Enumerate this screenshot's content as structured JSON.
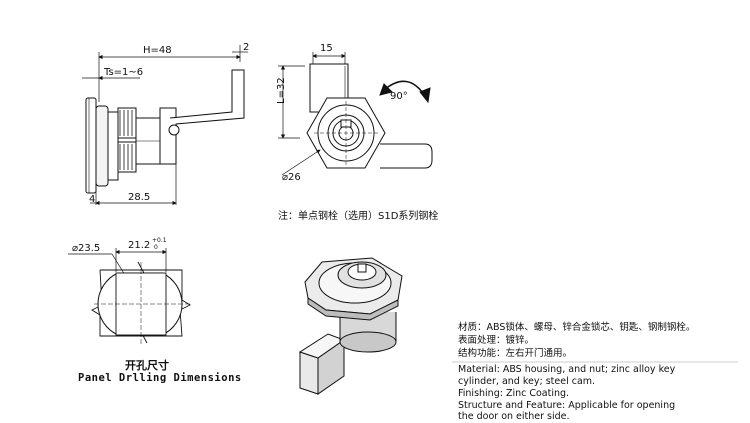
{
  "side_view": {
    "dim_h": "H=48",
    "dim_ts": "Ts=1~6",
    "dim_2": "2",
    "dim_4": "4",
    "dim_285": "28.5"
  },
  "front_view": {
    "dim_15": "15",
    "dim_l": "L=32",
    "dim_rotation": "90°",
    "dim_dia": "26",
    "note": "注：单点钢栓（选用）S1D系列钢栓"
  },
  "panel_drilling": {
    "dim_dia": "23.5",
    "dim_212": "21.2",
    "dim_tol": "+0.1",
    "dim_tol0": "0",
    "title_cn": "开孔尺寸",
    "title_en": "Panel Drlling Dimensions"
  },
  "specs": {
    "cn_material": "材质：ABS锁体、螺母、锌合金锁芯、钥匙、钢制钢栓。",
    "cn_finishing": "表面处理：镀锌。",
    "cn_structure": "结构功能：左右开门通用。",
    "en_material_1": "Material: ABS housing, and nut; zinc alloy key",
    "en_material_2": "cylinder, and key; steel cam.",
    "en_finishing": "Finishing: Zinc Coating.",
    "en_structure_1": "Structure and Feature: Applicable for opening",
    "en_structure_2": "the door on either side."
  }
}
